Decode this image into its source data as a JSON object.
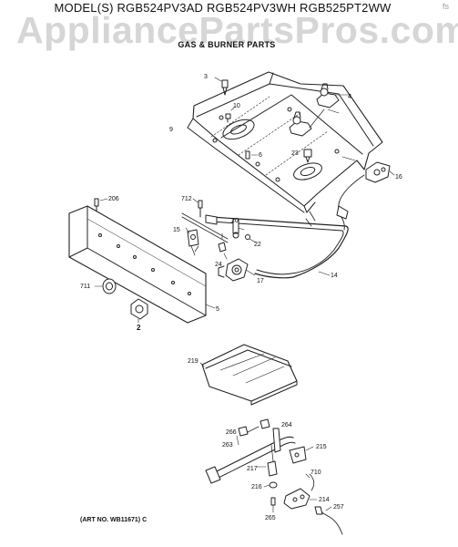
{
  "header": {
    "model_line": "MODEL(S) RGB524PV3AD  RGB524PV3WH  RGB525PT2WW",
    "watermark": "AppliancePartsPros.com",
    "subtitle": "GAS & BURNER PARTS",
    "edge_mark": "fs"
  },
  "callouts": {
    "c3": "3",
    "c4": "4",
    "c10": "10",
    "c9": "9",
    "c23": "23",
    "c6": "6",
    "c16": "16",
    "c206": "206",
    "c712": "712",
    "c20": "20",
    "c15": "15",
    "c22": "22",
    "c24": "24",
    "c711": "711",
    "c17": "17",
    "c14": "14",
    "c5": "5",
    "c2": "2",
    "c219": "219",
    "c266": "266",
    "c264": "264",
    "c263": "263",
    "c215": "215",
    "c217": "217",
    "c710": "710",
    "c216": "216",
    "c214": "214",
    "c257": "257",
    "c265": "265"
  },
  "footer": {
    "art_no": "(ART NO. WB11671) C"
  }
}
